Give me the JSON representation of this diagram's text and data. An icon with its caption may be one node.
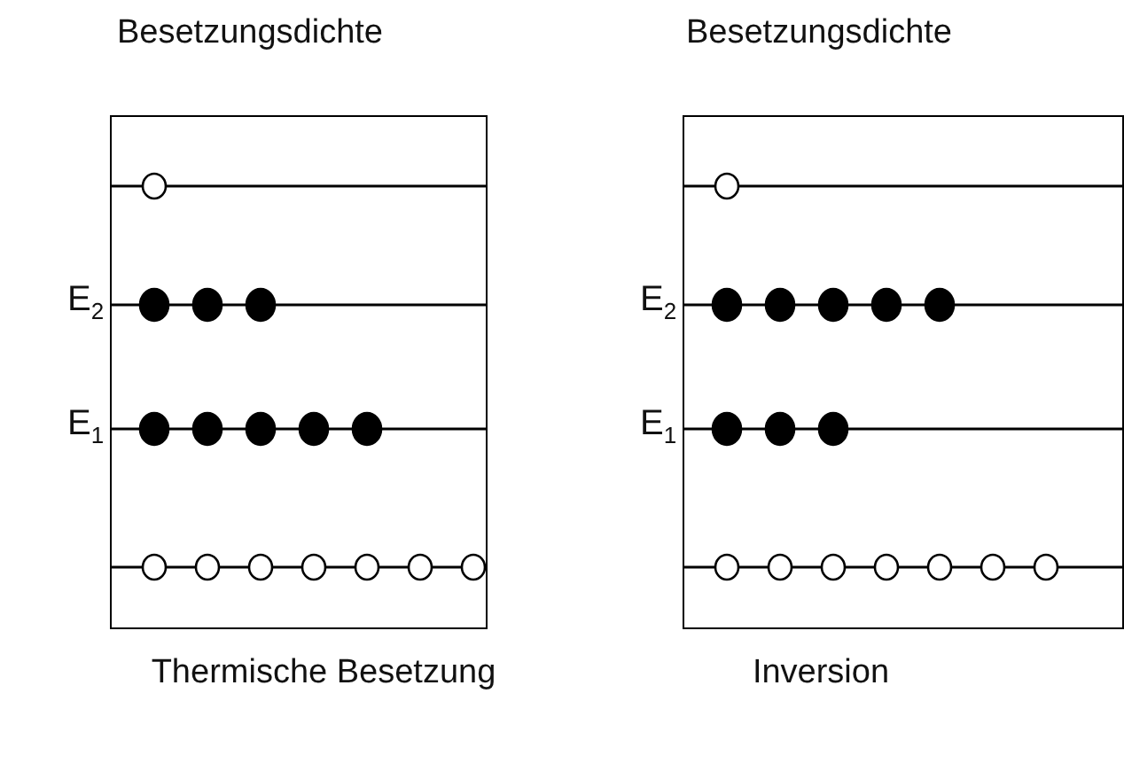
{
  "diagram": {
    "nodes": [
      {
        "text": [
          "Besetzungsdichte"
        ],
        "beside": [
          "Thermische Besetzung"
        ]
      },
      {
        "text": [
          "Besetzungsdichte"
        ],
        "beside": [
          "Inversion"
        ]
      }
    ],
    "labels": [
      "E$_{2}$",
      "E$_{1}$",
      "E$_{2}$",
      "E$_{1}$"
    ]
  }
}
